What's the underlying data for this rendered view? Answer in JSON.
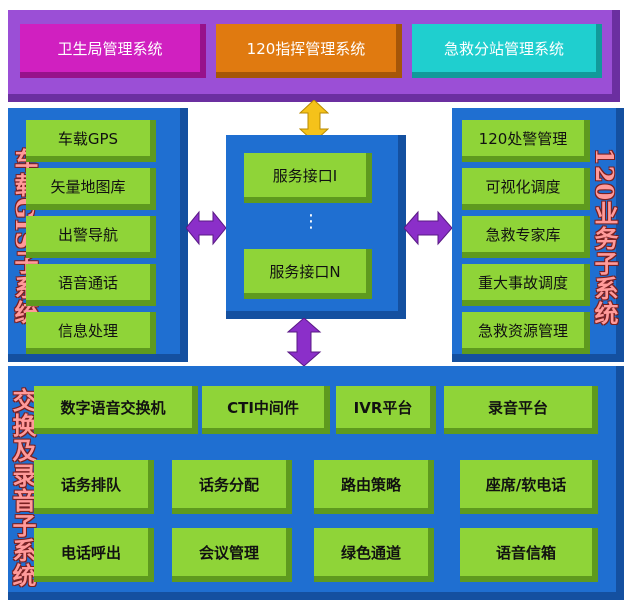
{
  "top_systems": {
    "health_bureau": "卫生局管理系统",
    "command_120": "120指挥管理系统",
    "substation": "急救分站管理系统"
  },
  "gis_subsystem": {
    "title": "车载GIS子系统",
    "items": [
      "车载GPS",
      "矢量地图库",
      "出警导航",
      "语音通话",
      "信息处理"
    ]
  },
  "service_interfaces": {
    "first": "服务接口I",
    "ellipsis": "⋮",
    "last": "服务接口N"
  },
  "business_subsystem": {
    "title": "120业务子系统",
    "items": [
      "120处警管理",
      "可视化调度",
      "急救专家库",
      "重大事故调度",
      "急救资源管理"
    ]
  },
  "exchange_subsystem": {
    "title": "交换及录音子系统",
    "row1": [
      "数字语音交换机",
      "CTI中间件",
      "IVR平台",
      "录音平台"
    ],
    "row2": [
      "话务排队",
      "话务分配",
      "路由策略",
      "座席/软电话"
    ],
    "row3": [
      "电话呼出",
      "会议管理",
      "绿色通道",
      "语音信箱"
    ]
  },
  "colors": {
    "panel_purple": "#9b4fd6",
    "panel_blue": "#1f6fd1",
    "box_green": "#8fd438",
    "arrow_yellow": "#f5c21a",
    "arrow_purple": "#8b2fc9",
    "title_pink": "#ff9a9a"
  }
}
